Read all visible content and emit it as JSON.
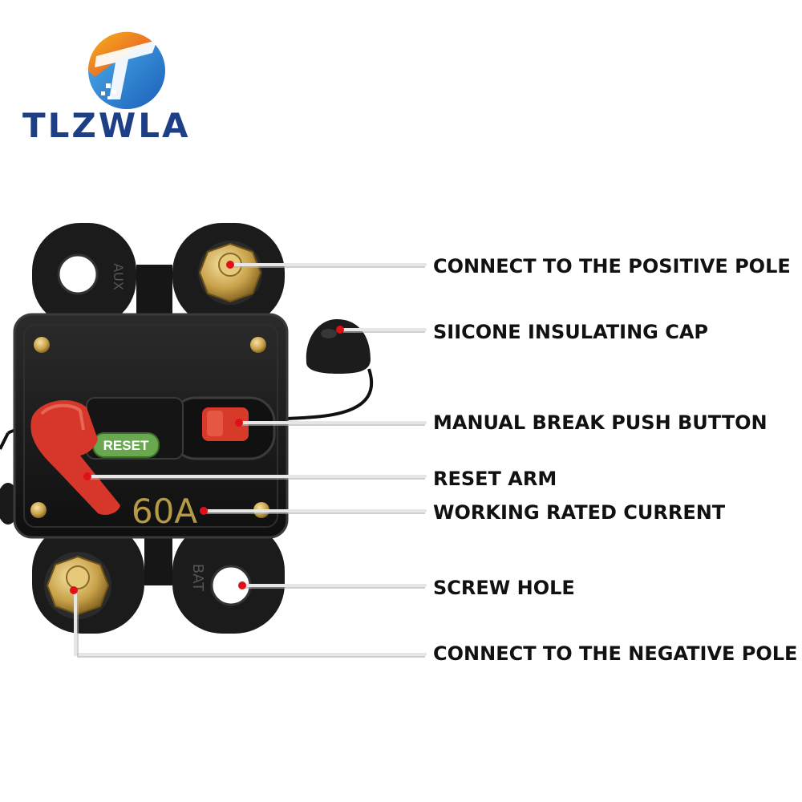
{
  "brand": {
    "name": "TLZWLA"
  },
  "device": {
    "reset_label": "RESET",
    "rating": "60A",
    "aux_marking": "AUX",
    "bat_marking": "BAT"
  },
  "callouts": [
    {
      "id": "positive-pole",
      "label": "CONNECT TO THE POSITIVE POLE"
    },
    {
      "id": "cap",
      "label": "SIICONE INSULATING CAP"
    },
    {
      "id": "manual-break",
      "label": "MANUAL BREAK PUSH BUTTON"
    },
    {
      "id": "reset-arm",
      "label": "RESET ARM"
    },
    {
      "id": "rated-current",
      "label": "WORKING RATED CURRENT"
    },
    {
      "id": "screw-hole",
      "label": "SCREW HOLE"
    },
    {
      "id": "negative-pole",
      "label": "CONNECT TO THE NEGATIVE POLE"
    }
  ],
  "colors": {
    "brand_blue": "#1d3f86",
    "marker_red": "#e0101a",
    "body_black": "#1a1a1a",
    "reset_green": "#6aa84f",
    "lever_red": "#d7362b",
    "brass": "#c9a24a"
  }
}
